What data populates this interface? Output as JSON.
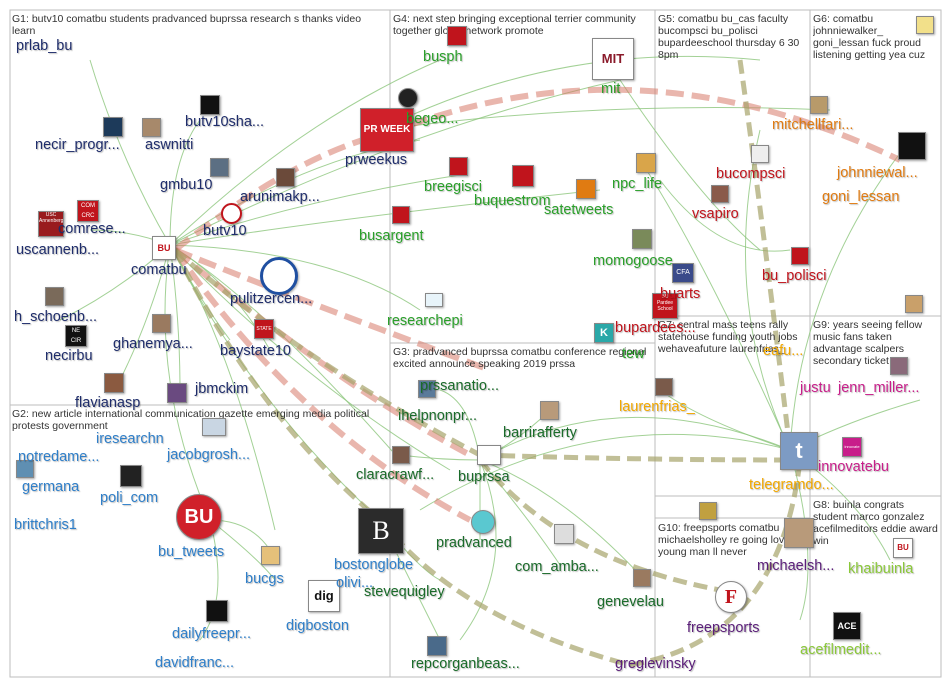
{
  "colors": {
    "g1": "#1f2d6b",
    "g2": "#2f7fc9",
    "g3": "#1a6b2a",
    "g4": "#2aa02a",
    "g5": "#c0141c",
    "g6": "#e07b12",
    "g7": "#f2a800",
    "g8": "#8bc83a",
    "g9": "#c81e8a",
    "g10": "#5b1f7a",
    "edge": "#8cc67c",
    "grid": "#bdbdbd"
  },
  "groups": [
    {
      "id": "g1",
      "title": "G1: butv10 comatbu students pradvanced buprssa research s thanks video learn"
    },
    {
      "id": "g2",
      "title": "G2: new article international communication gazette emerging media political protests government"
    },
    {
      "id": "g3",
      "title": "G3: pradvanced buprssa comatbu conference regional excited announce speaking 2019 prssa"
    },
    {
      "id": "g4",
      "title": "G4: next step bringing exceptional terrier community together global network promote"
    },
    {
      "id": "g5",
      "title": "G5: comatbu bu_cas faculty bucompsci bu_polisci bupardeeschool thursday 6 30 8pm"
    },
    {
      "id": "g6",
      "title": "G6: comatbu johnniewalker_ goni_lessan fuck proud listening getting yea cuz"
    },
    {
      "id": "g7",
      "title": "G7: central mass teens rally statehouse funding youth jobs wehaveafuture laurenfrias_"
    },
    {
      "id": "g8",
      "title": "G8: buinla congrats student marco gonzalez acefilmeditors eddie award win"
    },
    {
      "id": "g9",
      "title": "G9: years seeing fellow music fans taken advantage scalpers secondary ticket"
    },
    {
      "id": "g10",
      "title": "G10: freepsports comatbu michaelsholley re going love young man ll never"
    }
  ],
  "nodes": [
    {
      "id": "prlab_bu",
      "label": "prlab_bu",
      "group": "g1"
    },
    {
      "id": "butv10sha",
      "label": "butv10sha...",
      "group": "g1"
    },
    {
      "id": "necir_prog",
      "label": "necir_progr...",
      "group": "g1"
    },
    {
      "id": "aswnitti",
      "label": "aswnitti",
      "group": "g1"
    },
    {
      "id": "gmbu10",
      "label": "gmbu10",
      "group": "g1"
    },
    {
      "id": "arunimakp",
      "label": "arunimakp...",
      "group": "g1"
    },
    {
      "id": "comrese",
      "label": "comrese...",
      "group": "g1"
    },
    {
      "id": "butv10",
      "label": "butv10",
      "group": "g1"
    },
    {
      "id": "uscannenb",
      "label": "uscannenb...",
      "group": "g1"
    },
    {
      "id": "comatbu",
      "label": "comatbu",
      "group": "g1"
    },
    {
      "id": "prweekus",
      "label": "prweekus",
      "group": "g1"
    },
    {
      "id": "pulitzercen",
      "label": "pulitzercen...",
      "group": "g1"
    },
    {
      "id": "h_schoenb",
      "label": "h_schoenb...",
      "group": "g1"
    },
    {
      "id": "necirbu",
      "label": "necirbu",
      "group": "g1"
    },
    {
      "id": "ghanemya",
      "label": "ghanemya...",
      "group": "g1"
    },
    {
      "id": "baystate10",
      "label": "baystate10",
      "group": "g1"
    },
    {
      "id": "flavianasp",
      "label": "flavianasp",
      "group": "g1"
    },
    {
      "id": "jbmckim",
      "label": "jbmckim",
      "group": "g1"
    },
    {
      "id": "iresearchn",
      "label": "iresearchn",
      "group": "g2"
    },
    {
      "id": "notredame",
      "label": "notredame...",
      "group": "g2"
    },
    {
      "id": "jacobgrosh",
      "label": "jacobgrosh...",
      "group": "g2"
    },
    {
      "id": "germana",
      "label": "germana",
      "group": "g2"
    },
    {
      "id": "poli_com",
      "label": "poli_com",
      "group": "g2"
    },
    {
      "id": "brittchris1",
      "label": "brittchris1",
      "group": "g2"
    },
    {
      "id": "bu_tweets",
      "label": "bu_tweets",
      "group": "g2"
    },
    {
      "id": "bostonglobe",
      "label": "bostonglobe",
      "group": "g2"
    },
    {
      "id": "olivi",
      "label": "olivi...",
      "group": "g2"
    },
    {
      "id": "bucgs",
      "label": "bucgs",
      "group": "g2"
    },
    {
      "id": "dailyfreepr",
      "label": "dailyfreepr...",
      "group": "g2"
    },
    {
      "id": "digboston",
      "label": "digboston",
      "group": "g2"
    },
    {
      "id": "davidfranc",
      "label": "davidfranc...",
      "group": "g2"
    },
    {
      "id": "prssanatio",
      "label": "prssanatio...",
      "group": "g3"
    },
    {
      "id": "ihelpnonpr",
      "label": "ihelpnonpr...",
      "group": "g3"
    },
    {
      "id": "barrirafferty",
      "label": "barrirafferty",
      "group": "g3"
    },
    {
      "id": "claracrawf",
      "label": "claracrawf...",
      "group": "g3"
    },
    {
      "id": "buprssa",
      "label": "buprssa",
      "group": "g3"
    },
    {
      "id": "pradvanced",
      "label": "pradvanced",
      "group": "g3"
    },
    {
      "id": "com_amba",
      "label": "com_amba...",
      "group": "g3"
    },
    {
      "id": "stevequigley",
      "label": "stevequigley",
      "group": "g3"
    },
    {
      "id": "genevelau",
      "label": "genevelau",
      "group": "g3"
    },
    {
      "id": "repcorganbeas",
      "label": "repcorganbeas...",
      "group": "g3"
    },
    {
      "id": "busph",
      "label": "busph",
      "group": "g4"
    },
    {
      "id": "mit",
      "label": "mit",
      "group": "g4"
    },
    {
      "id": "begeo",
      "label": "begeo...",
      "group": "g4"
    },
    {
      "id": "breegisci",
      "label": "breegisci",
      "group": "g4"
    },
    {
      "id": "npc_life",
      "label": "npc_life",
      "group": "g4"
    },
    {
      "id": "buquestrom",
      "label": "buquestrom",
      "group": "g4"
    },
    {
      "id": "satetweets",
      "label": "satetweets",
      "group": "g4"
    },
    {
      "id": "busargent",
      "label": "busargent",
      "group": "g4"
    },
    {
      "id": "momogoose",
      "label": "momogoose",
      "group": "g4"
    },
    {
      "id": "researchepi",
      "label": "researchepi",
      "group": "g4"
    },
    {
      "id": "bucompsci",
      "label": "bucompsci",
      "group": "g5"
    },
    {
      "id": "vsapiro",
      "label": "vsapiro",
      "group": "g5"
    },
    {
      "id": "bu_polisci",
      "label": "bu_polisci",
      "group": "g5"
    },
    {
      "id": "buarts",
      "label": "buarts",
      "group": "g5"
    },
    {
      "id": "bupardee",
      "label": "bupardees...",
      "group": "g5"
    },
    {
      "id": "mitchellfari",
      "label": "mitchellfari...",
      "group": "g6"
    },
    {
      "id": "johnniewal",
      "label": "johnniewal...",
      "group": "g6"
    },
    {
      "id": "goni_lessan",
      "label": "goni_lessan",
      "group": "g6"
    },
    {
      "id": "eafu",
      "label": "eafu...",
      "group": "g7"
    },
    {
      "id": "laurenfrias_",
      "label": "laurenfrias_",
      "group": "g7"
    },
    {
      "id": "telegramdo",
      "label": "telegramdo...",
      "group": "g7"
    },
    {
      "id": "justu",
      "label": "justu",
      "group": "g9"
    },
    {
      "id": "jenn_miller",
      "label": "jenn_miller...",
      "group": "g9"
    },
    {
      "id": "innovatebu",
      "label": "innovatebu",
      "group": "g9"
    },
    {
      "id": "khaibuinla",
      "label": "khaibuinla",
      "group": "g8"
    },
    {
      "id": "acefilmedit",
      "label": "acefilmedit...",
      "group": "g8"
    },
    {
      "id": "michaelsh",
      "label": "michaelsh...",
      "group": "g10"
    },
    {
      "id": "freepsports",
      "label": "freepsports",
      "group": "g10"
    },
    {
      "id": "greglevinsky",
      "label": "greglevinsky",
      "group": "g10"
    },
    {
      "id": "tew",
      "label": "tew",
      "group": "g4"
    }
  ],
  "icons": {
    "bu_logo": "BU",
    "prweek_logo": "PR WEEK",
    "mit_logo": "MIT",
    "globe_logo": "B",
    "dig_logo": "dig",
    "ace_logo": "ACE",
    "freep_logo": "F",
    "telegram_logo": "t",
    "necir_logo": "NE CIR",
    "baystate_logo": "STATE",
    "comrese_logo": "COM CRC",
    "uscannenb_logo": "USC Annenberg",
    "pardee_logo": "BU Pardee School",
    "cfa_logo": "CFA",
    "k_logo": "K",
    "innov_logo": "innovate"
  }
}
